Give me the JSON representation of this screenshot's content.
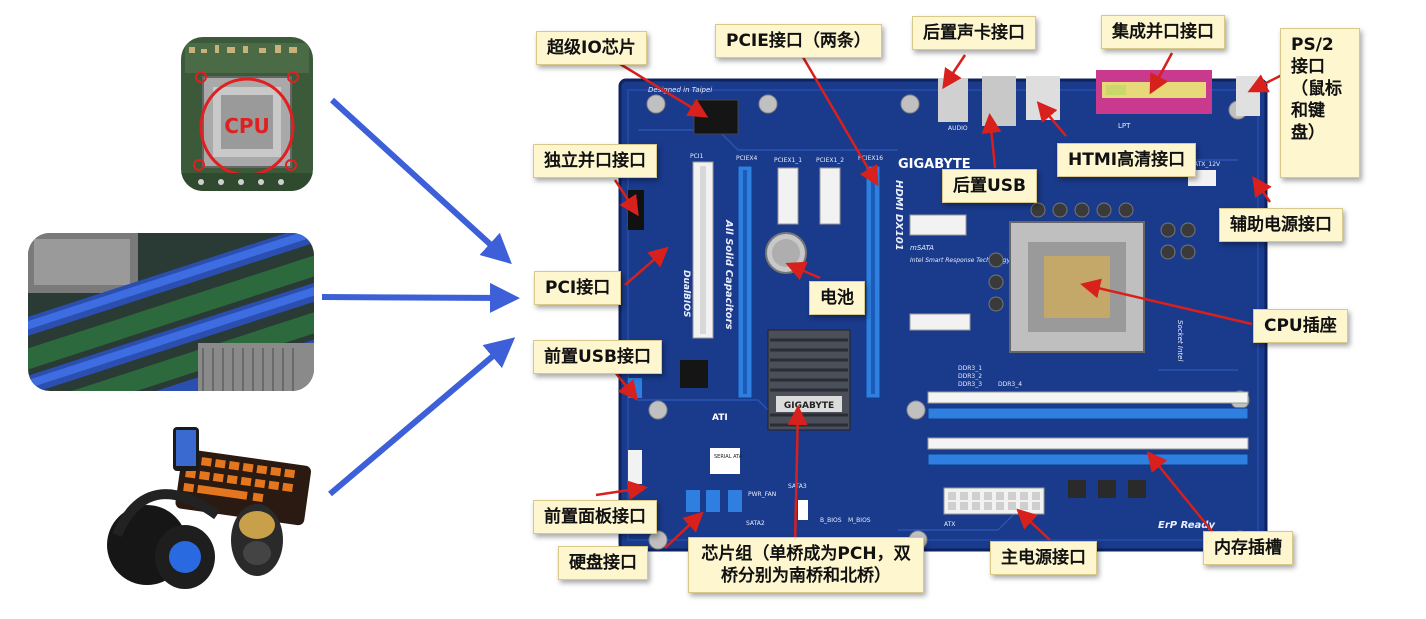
{
  "labels": {
    "super_io": "超级IO芯片",
    "pcie": "PCIE接口（两条）",
    "rear_audio": "后置声卡接口",
    "parallel_integrated": "集成并口接口",
    "ps2": "PS/2接口（鼠标和键盘）",
    "hdmi": "HTMI高清接口",
    "rear_usb": "后置USB",
    "aux_power": "辅助电源接口",
    "parallel_independent": "独立并口接口",
    "pci": "PCI接口",
    "battery": "电池",
    "cpu_socket": "CPU插座",
    "front_usb": "前置USB接口",
    "front_panel": "前置面板接口",
    "hdd": "硬盘接口",
    "chipset": "芯片组（单桥成为PCH，双桥分别为南桥和北桥）",
    "main_power": "主电源接口",
    "memory": "内存插槽"
  },
  "board": {
    "designed": "Designed in Taipei",
    "brand": "GIGABYTE",
    "brand_short": "GIGABYTE",
    "caps": "All Solid Capacitors",
    "dualbios": "DualBIOS",
    "model": "HDMI DX101",
    "erp": "ErP Ready",
    "socket_text": "Socket Intel",
    "pcie_x1_1": "PCIEX1_1",
    "pcie_x1_2": "PCIEX1_2",
    "pcie_x16": "PCIEX16",
    "pcie_x4": "PCIEX4",
    "pci1": "PCI1",
    "msata": "mSATA",
    "intel_tech": "Intel Smart Response Technology",
    "ddr3_1": "DDR3_1",
    "ddr3_2": "DDR3_2",
    "ddr3_3": "DDR3_3",
    "ddr3_4": "DDR3_4",
    "atx": "ATX",
    "atx_12v": "ATX_12V",
    "lpt": "LPT",
    "audio": "AUDIO",
    "sata2": "SATA2",
    "sata3": "SATA3",
    "b_bios": "B_BIOS",
    "m_bios": "M_BIOS",
    "pwr_fan": "PWR_FAN",
    "ati": "ATI",
    "serial_ata": "SERIAL ATA"
  },
  "photos": {
    "cpu_text": "CPU"
  },
  "colors": {
    "board": "#1a3a8c",
    "slot_blue": "#2e7fe0",
    "arrow_red": "#d8201c",
    "arrow_blue": "#3d5fd8",
    "label_bg": "#fdf6cf"
  }
}
